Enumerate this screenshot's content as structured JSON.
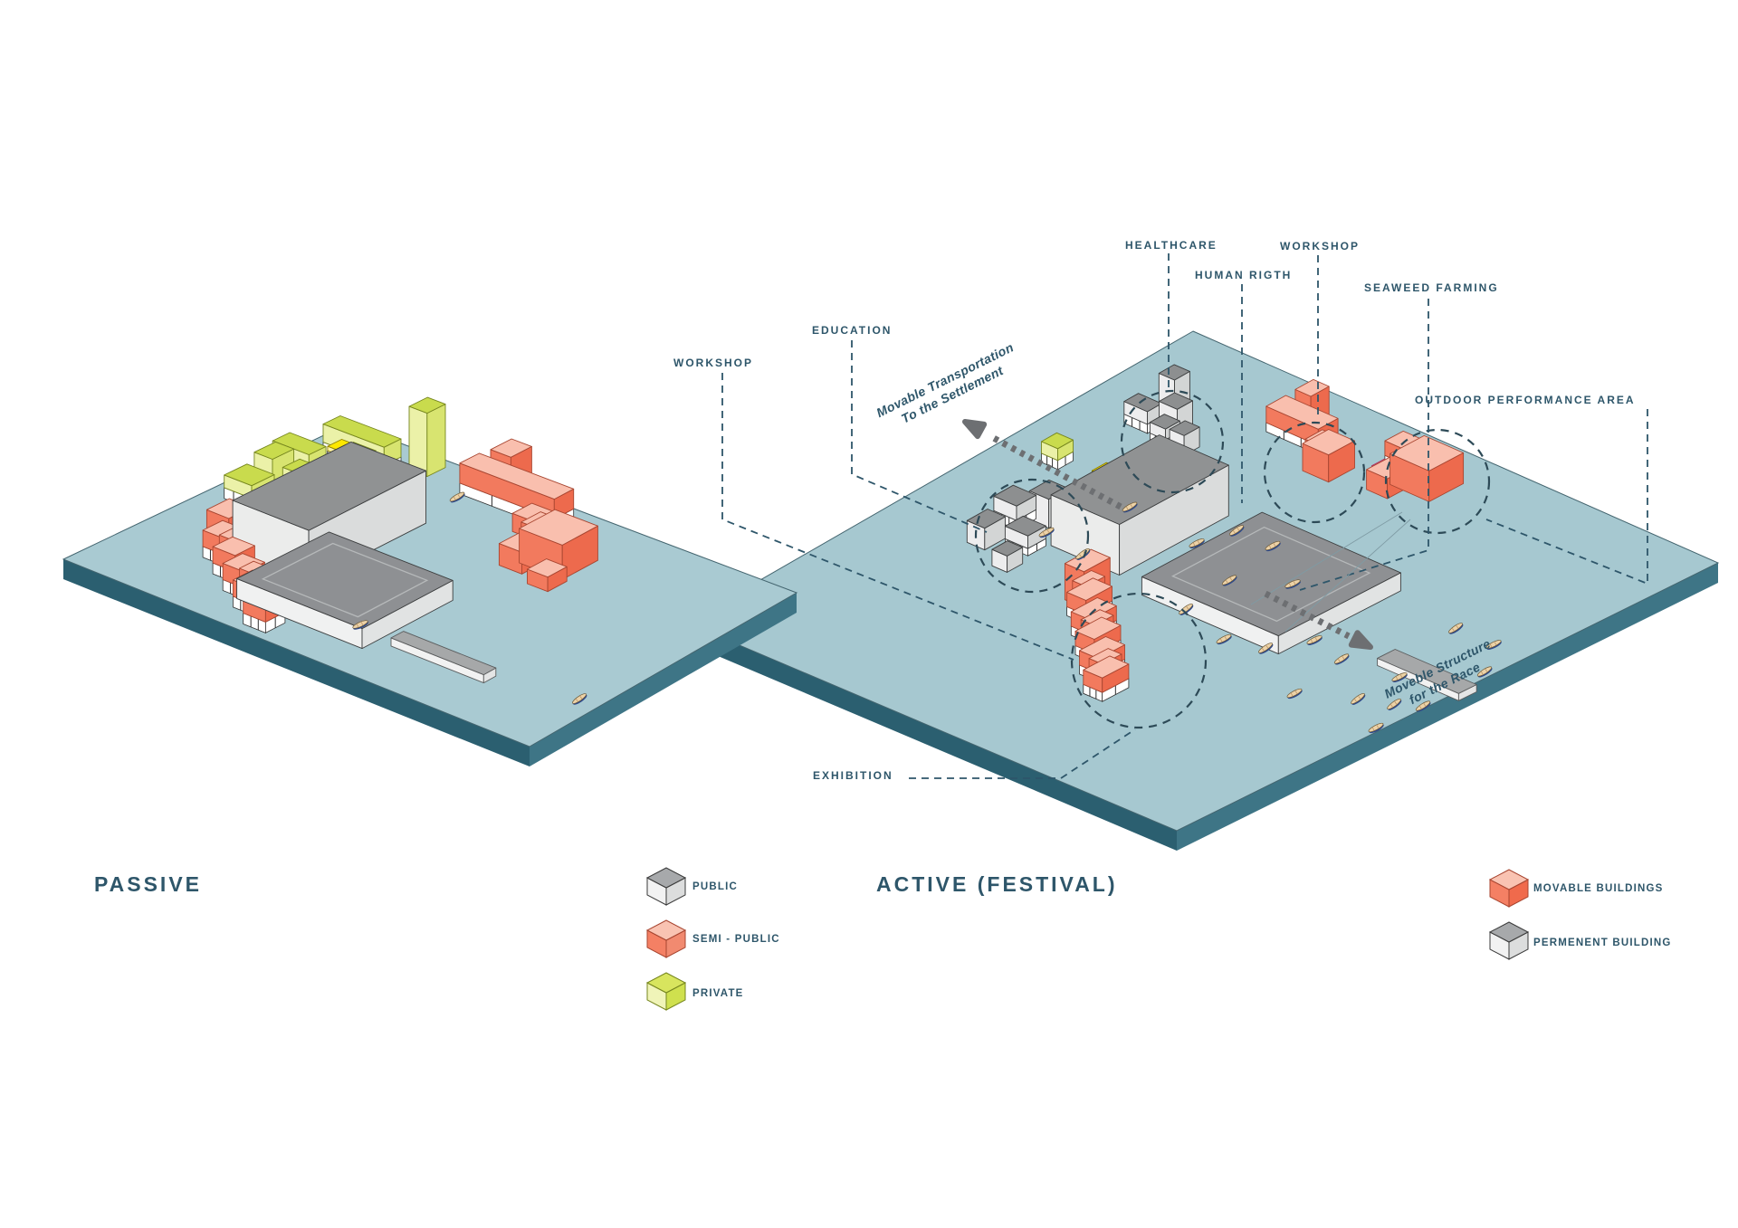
{
  "titles": {
    "passive": "PASSIVE",
    "active": "ACTIVE (FESTIVAL)"
  },
  "legend_zoning": {
    "items": [
      {
        "id": "public",
        "label": "PUBLIC",
        "color_top": "#a7a9ab",
        "color_left": "#f2f2f2",
        "color_right": "#dcdddd",
        "stroke": "#3a3a3a"
      },
      {
        "id": "semi-public",
        "label": "SEMI - PUBLIC",
        "color_top": "#f9c3b2",
        "color_left": "#f4english",
        "color_right": "#f18a70",
        "stroke": "#a84631"
      },
      {
        "id": "private",
        "label": "PRIVATE",
        "color_top": "#d8e55e",
        "color_left": "#f0f4b8",
        "color_right": "#cfe04e",
        "stroke": "#76861e"
      }
    ]
  },
  "legend_structures": {
    "items": [
      {
        "id": "movable",
        "label": "MOVABLE BUILDINGS",
        "color_top": "#f9c3b2",
        "color_left": "#f48064",
        "color_right": "#f06a4c",
        "stroke": "#a84631"
      },
      {
        "id": "permanent",
        "label": "PERMENENT BUILDING",
        "color_top": "#a7a9ab",
        "color_left": "#f2f2f2",
        "color_right": "#dcdddd",
        "stroke": "#3a3a3a"
      }
    ]
  },
  "annotations": {
    "workshop_left": "WORKSHOP",
    "education": "EDUCATION",
    "healthcare": "HEALTHCARE",
    "human_rigth": "HUMAN RIGTH",
    "workshop_top": "WORKSHOP",
    "seaweed_farming": "SEAWEED FARMING",
    "outdoor_performance": "OUTDOOR PERFORMANCE AREA",
    "exhibition": "EXHIBITION",
    "transport_line1": "Movable Transportation",
    "transport_line2": "To the Settlement",
    "race_line1": "Moveble Structure",
    "race_line2": "for the Race"
  },
  "palette": {
    "background": "#ffffff",
    "text": "#2e566a",
    "leader": "#2e566a",
    "circle": "#2d4a57",
    "arrow": "#6d6f72",
    "water_top_left": "#a9cad2",
    "water_top_right": "#a6c8d0",
    "water_side_dark": "#2b5f70",
    "water_side_light": "#3e7586",
    "water_edge": "#44656f",
    "boat_deck": "#ecd2a7",
    "boat_hull": "#2e4a8c",
    "stilt_face": "#ffffff",
    "stilt_post": "#2f2f2f",
    "thin_line": "#7f9ba4",
    "sets": {
      "gray": {
        "top": "#8d8f90",
        "left": "#ededee",
        "right": "#d3d5d5",
        "stroke": "#3c3e3f"
      },
      "hall": {
        "top": "#909293",
        "left": "#ebeceb",
        "right": "#dadcdc",
        "stroke": "#3c3e3f"
      },
      "plinth": {
        "top": "#8e9093",
        "left": "#f0f1f1",
        "right": "#e1e3e3",
        "stroke": "#3c3e3f",
        "inset": "#b6b9ba"
      },
      "salmon": {
        "top": "#f9bfae",
        "left": "#f27a5e",
        "right": "#ed6a4d",
        "stroke": "#a84631"
      },
      "lime": {
        "top": "#c9db4d",
        "left": "#ebf1a8",
        "right": "#d8e470",
        "stroke": "#76861e"
      },
      "pier": {
        "top": "#a6a8a9",
        "left": "#f2f2f2",
        "right": "#e4e5e5",
        "stroke": "#5a5c5d"
      },
      "yellow": {
        "top": "#ffe800",
        "left": "#fff3a6",
        "right": "#e8d200",
        "stroke": "#8f8200"
      },
      "pink": {
        "top": "#f471a6",
        "left": "#f78cb8",
        "right": "#ee5691",
        "stroke": "#b03060"
      }
    }
  }
}
